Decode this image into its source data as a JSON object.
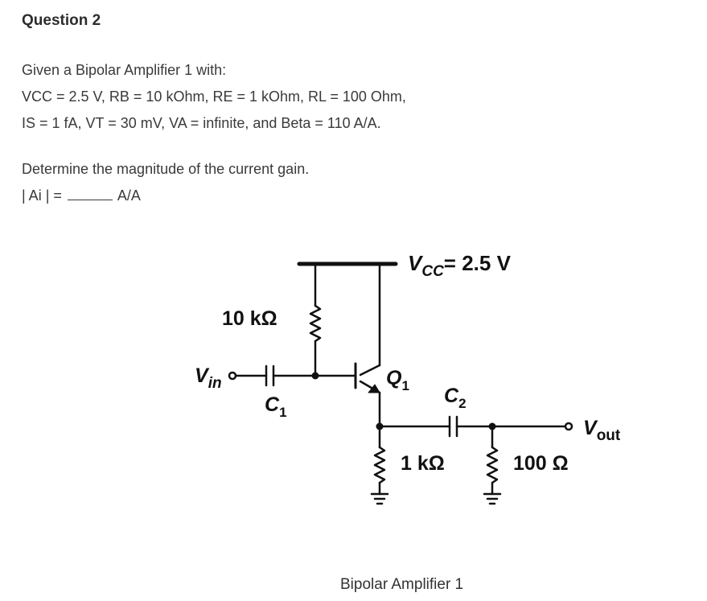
{
  "question": {
    "title": "Question 2",
    "intro": "Given a Bipolar Amplifier 1 with:",
    "params_line1": "VCC = 2.5 V, RB = 10 kOhm, RE = 1 kOhm, RL = 100 Ohm,",
    "params_line2": "IS = 1 fA, VT = 30 mV, VA = infinite, and Beta = 110 A/A.",
    "prompt": "Determine the magnitude of the current gain.",
    "answer_prefix": "| Ai | =",
    "answer_unit": "A/A"
  },
  "circuit": {
    "vcc_label": "V",
    "vcc_sub": "CC",
    "vcc_value": "= 2.5 V",
    "rb_label": "10 kΩ",
    "vin_label": "V",
    "vin_sub": "in",
    "c1_label": "C",
    "c1_sub": "1",
    "q1_label": "Q",
    "q1_sub": "1",
    "c2_label": "C",
    "c2_sub": "2",
    "re_label": "1 kΩ",
    "rl_label": "100 Ω",
    "vout_label": "V",
    "vout_sub": "out"
  },
  "caption": "Bipolar Amplifier 1"
}
